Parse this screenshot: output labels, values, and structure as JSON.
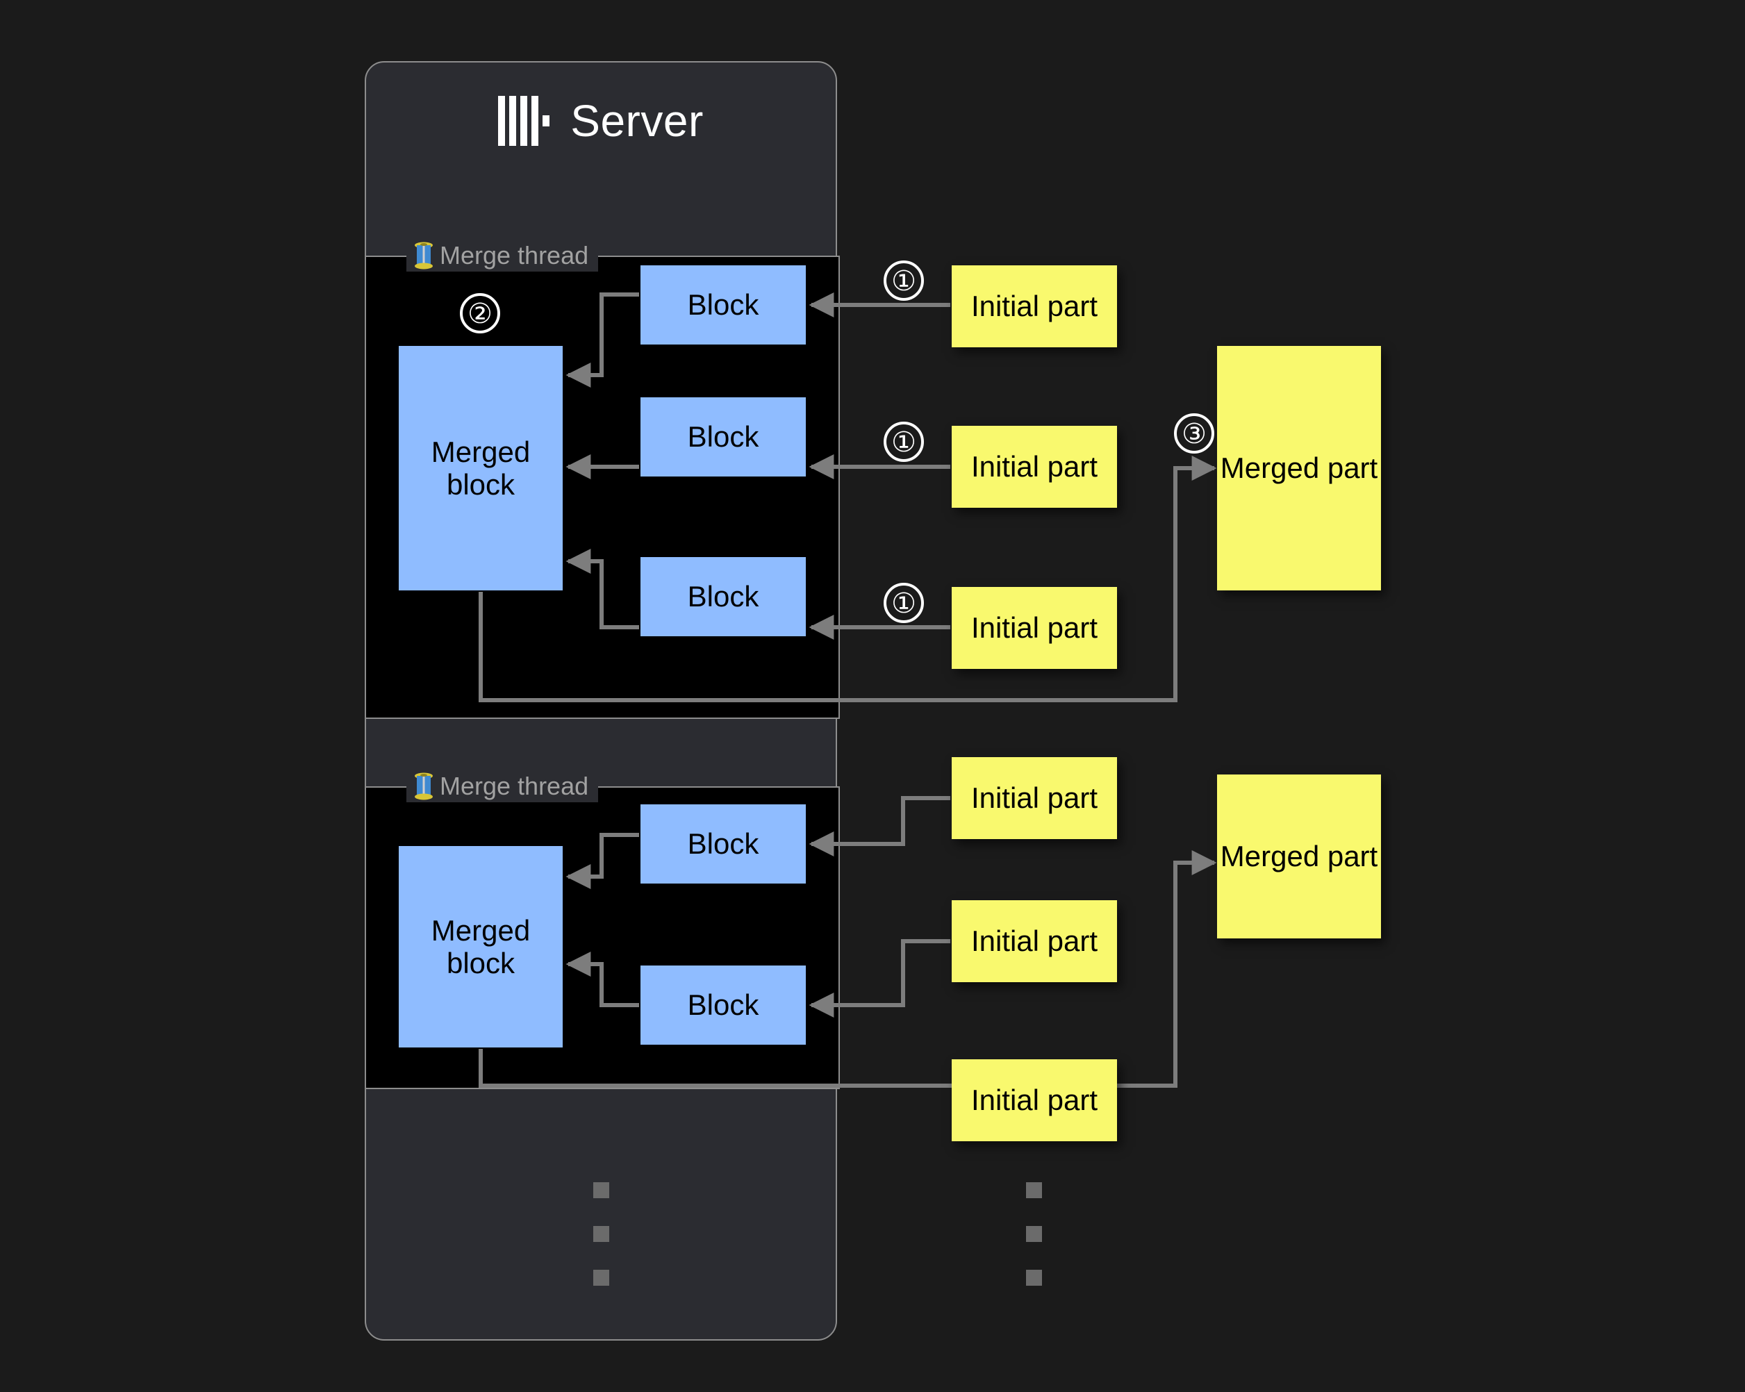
{
  "server": {
    "title": "Server",
    "logo_icon": "clickhouse-logo-icon"
  },
  "threads": [
    {
      "legend_icon": "thread-spool-icon",
      "legend_label": "Merge thread",
      "merged_block_label": "Merged block",
      "blocks": [
        "Block",
        "Block",
        "Block"
      ]
    },
    {
      "legend_icon": "thread-spool-icon",
      "legend_label": "Merge thread",
      "merged_block_label": "Merged block",
      "blocks": [
        "Block",
        "Block"
      ]
    }
  ],
  "initial_parts": [
    "Initial part",
    "Initial part",
    "Initial part",
    "Initial part",
    "Initial part",
    "Initial part"
  ],
  "merged_parts": [
    "Merged part",
    "Merged part"
  ],
  "steps": {
    "one_a": "①",
    "one_b": "①",
    "one_c": "①",
    "two": "②",
    "three": "③"
  },
  "colors": {
    "background": "#1b1b1b",
    "panel": "#2b2c31",
    "panel_border": "#8d8d8d",
    "thread_region": "#000000",
    "block_blue": "#8fbcff",
    "part_yellow": "#f9f96e",
    "arrow_gray": "#7d7d7d",
    "legend_text": "#a2a2a2",
    "title_text": "#ffffff",
    "dots_gray": "#6b6b6b"
  }
}
